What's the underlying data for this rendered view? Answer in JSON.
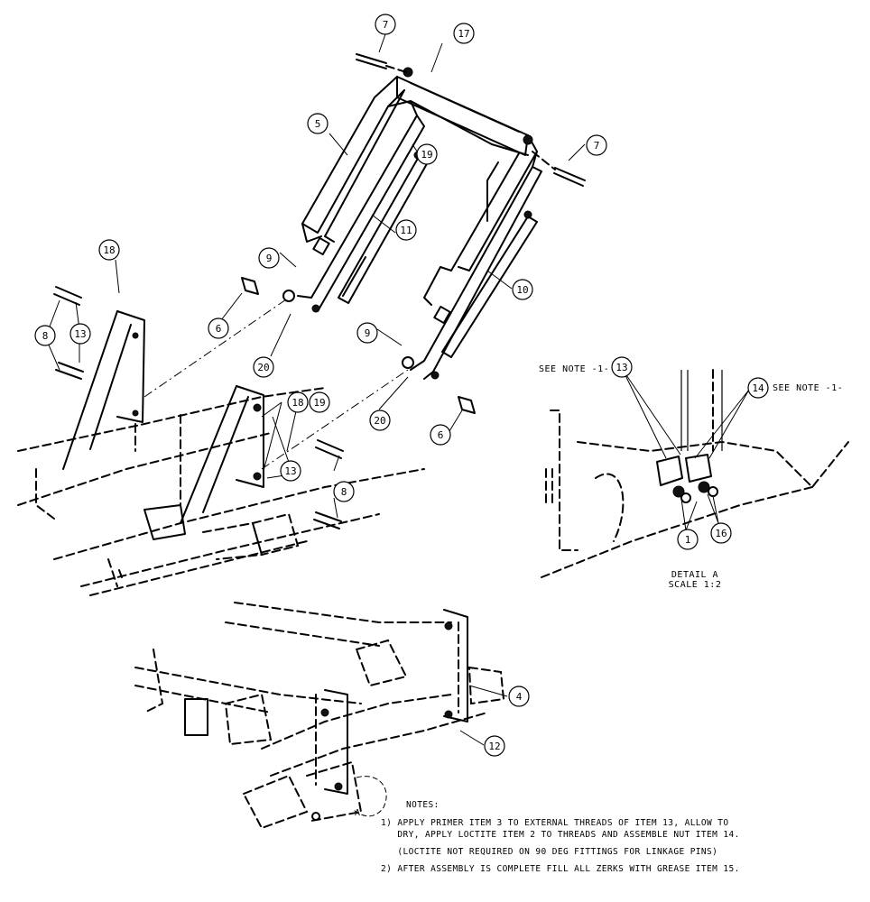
{
  "balloons": [
    {
      "id": "b7a",
      "text": "7"
    },
    {
      "id": "b17",
      "text": "17"
    },
    {
      "id": "b5",
      "text": "5"
    },
    {
      "id": "b19a",
      "text": "19"
    },
    {
      "id": "b7b",
      "text": "7"
    },
    {
      "id": "b11",
      "text": "11"
    },
    {
      "id": "b18a",
      "text": "18"
    },
    {
      "id": "b9a",
      "text": "9"
    },
    {
      "id": "b10",
      "text": "10"
    },
    {
      "id": "b6a",
      "text": "6"
    },
    {
      "id": "b8a",
      "text": "8"
    },
    {
      "id": "b13a",
      "text": "13"
    },
    {
      "id": "b20a",
      "text": "20"
    },
    {
      "id": "b9b",
      "text": "9"
    },
    {
      "id": "b18b",
      "text": "18"
    },
    {
      "id": "b19b",
      "text": "19"
    },
    {
      "id": "b20b",
      "text": "20"
    },
    {
      "id": "b6b",
      "text": "6"
    },
    {
      "id": "b13b",
      "text": "13"
    },
    {
      "id": "b8b",
      "text": "8"
    },
    {
      "id": "b13c",
      "text": "13"
    },
    {
      "id": "b14",
      "text": "14"
    },
    {
      "id": "b1",
      "text": "1"
    },
    {
      "id": "b16",
      "text": "16"
    },
    {
      "id": "b4",
      "text": "4"
    },
    {
      "id": "b12",
      "text": "12"
    }
  ],
  "detail": {
    "see_note_left": "SEE NOTE -1-",
    "see_note_right": "SEE NOTE -1-",
    "title": "DETAIL  A",
    "scale": "SCALE  1:2",
    "callout_letter": "A"
  },
  "notes": {
    "heading": "NOTES:",
    "note1_line1": "1) APPLY PRIMER ITEM 3 TO EXTERNAL THREADS OF ITEM 13, ALLOW TO",
    "note1_line2": "   DRY, APPLY LOCTITE ITEM 2 TO THREADS AND ASSEMBLE NUT ITEM 14.",
    "note1_line3": "   (LOCTITE NOT REQUIRED ON 90 DEG FITTINGS FOR LINKAGE PINS)",
    "note2": "2) AFTER ASSEMBLY IS COMPLETE FILL ALL ZERKS WITH GREASE ITEM 15."
  }
}
